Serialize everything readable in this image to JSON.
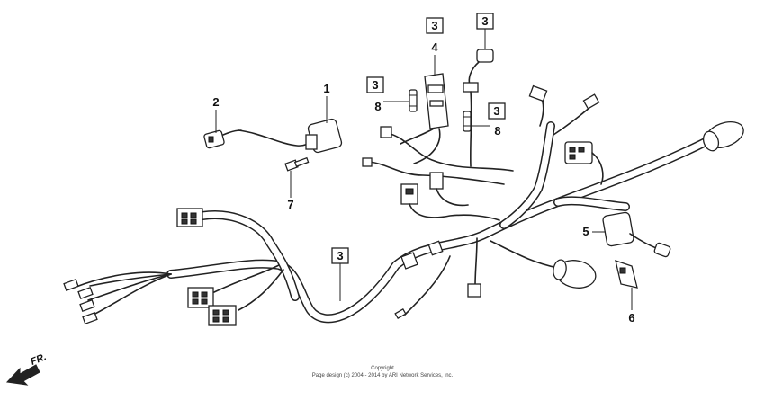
{
  "callouts": {
    "c1": "1",
    "c2": "2",
    "c3_top_left": "3",
    "c3_top_right": "3",
    "c3_mid_left": "3",
    "c3_mid_right": "3",
    "c3_harness": "3",
    "c4": "4",
    "c5": "5",
    "c6": "6",
    "c7": "7",
    "c8_left": "8",
    "c8_right": "8"
  },
  "front_direction_label": "FR.",
  "copyright": {
    "line1": "Copyright",
    "line2": "Page design (c) 2004 - 2014 by ARI Network Services, Inc."
  },
  "colors": {
    "ink": "#222222",
    "background": "#ffffff"
  }
}
